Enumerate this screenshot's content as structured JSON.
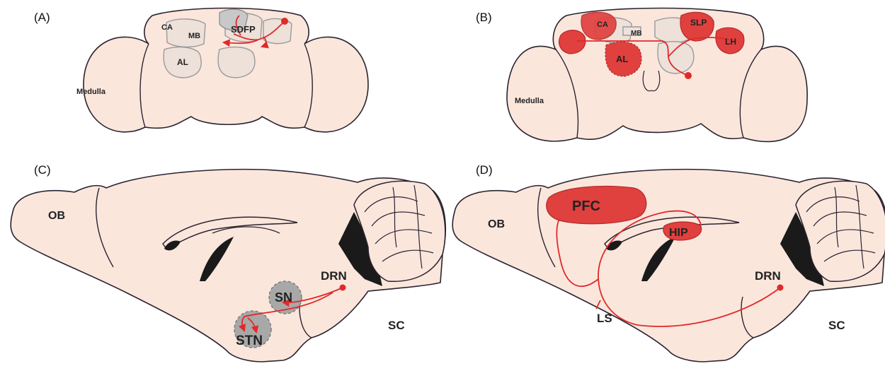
{
  "panels": [
    {
      "label": "(A)"
    },
    {
      "label": "(B)"
    },
    {
      "label": "(C)"
    },
    {
      "label": "(D)"
    }
  ],
  "fly_a": {
    "ca": "CA",
    "mb": "MB",
    "sdfp": "SDFP",
    "al": "AL",
    "medulla": "Medulla"
  },
  "fly_b": {
    "ca": "CA",
    "mb": "MB",
    "slp": "SLP",
    "lh": "LH",
    "al": "AL",
    "medulla": "Medulla"
  },
  "mouse_c": {
    "ob": "OB",
    "drn": "DRN",
    "sn": "SN",
    "stn": "STN",
    "sc": "SC"
  },
  "mouse_d": {
    "ob": "OB",
    "pfc": "PFC",
    "hip": "HIP",
    "drn": "DRN",
    "ls": "LS",
    "sc": "SC"
  },
  "colors": {
    "tissue": "#fbe6dc",
    "projection": "#e02a2a",
    "region_gray": "#a8a8a8"
  }
}
